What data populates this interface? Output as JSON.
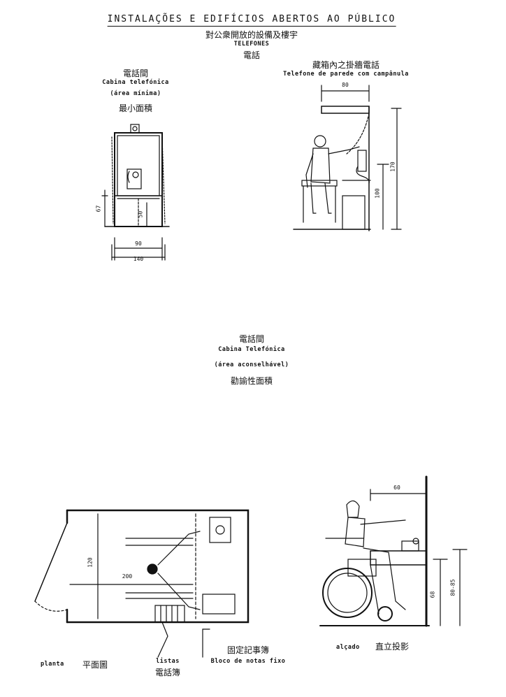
{
  "header": {
    "title": "INSTALAÇÕES E EDIFÍCIOS ABERTOS AO PÚBLICO",
    "title_zh": "對公衆開放的設備及樓宇",
    "section": "TELEFONES",
    "section_zh": "電話"
  },
  "booth_min": {
    "label_zh": "電話間",
    "label": "Cabina telefónica",
    "note": "(área mínima)",
    "note_zh": "最小面積",
    "dims": {
      "d67": "67",
      "d50": "50",
      "d90": "90",
      "d140": "140"
    }
  },
  "wall_phone": {
    "label_zh": "藏箱內之掛牆電話",
    "label": "Telefone de parede com campânula",
    "dims": {
      "d80": "80",
      "d170": "170",
      "d100": "100"
    }
  },
  "booth_rec": {
    "label_zh": "電話間",
    "label": "Cabina Telefónica",
    "note": "(área aconselhável)",
    "note_zh": "勸諭性面積"
  },
  "plan": {
    "label": "planta",
    "label_zh": "平面圖",
    "dims": {
      "d200": "200",
      "d120": "120"
    },
    "lists_label": "listas",
    "lists_label_zh": "電話簿",
    "notes_label_zh": "固定記事簿",
    "notes_label": "Bloco de notas fixo"
  },
  "elevation": {
    "label": "alçado",
    "label_zh": "直立投影",
    "dims": {
      "d60": "60",
      "d68": "68",
      "d80_85": "80-85"
    }
  }
}
